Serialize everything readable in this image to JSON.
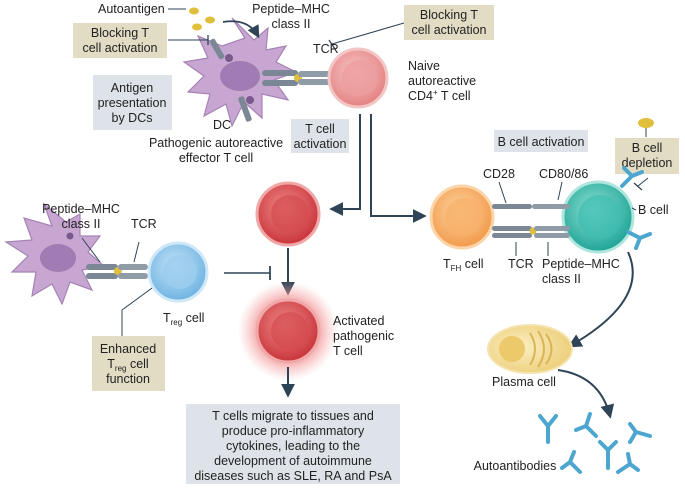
{
  "labels": {
    "autoantigen": "Autoantigen",
    "blocking_t_activation_left": [
      "Blocking T",
      "cell activation"
    ],
    "blocking_t_activation_right": [
      "Blocking T",
      "cell activation"
    ],
    "peptide_mhc_top": [
      "Peptide–MHC",
      "class II"
    ],
    "tcr_top": "TCR",
    "naive_t_cell": [
      "Naive",
      "autoreactive",
      "CD4",
      "+",
      " T cell"
    ],
    "antigen_presentation": [
      "Antigen",
      "presentation",
      "by DCs"
    ],
    "dc": "DC",
    "t_cell_activation": [
      "T cell",
      "activation"
    ],
    "pathogenic_effector": [
      "Pathogenic autoreactive",
      "effector T cell"
    ],
    "peptide_mhc_left": [
      "Peptide–MHC",
      "class II"
    ],
    "tcr_left": "TCR",
    "treg_cell": [
      "T",
      "reg",
      " cell"
    ],
    "enhanced_treg": [
      "Enhanced",
      "T",
      "reg",
      " cell",
      "function"
    ],
    "activated_pathogenic": [
      "Activated",
      "pathogenic",
      "T cell"
    ],
    "migration_text": [
      "T cells migrate to tissues and",
      "produce pro-inflammatory",
      "cytokines, leading to the",
      "development of autoimmune",
      "diseases such as SLE, RA and PsA"
    ],
    "b_cell_activation": "B cell activation",
    "b_cell_depletion": [
      "B cell",
      "depletion"
    ],
    "cd28": "CD28",
    "cd80_86": "CD80/86",
    "b_cell": "B cell",
    "tfh_cell": [
      "T",
      "FH",
      " cell"
    ],
    "tcr_right": "TCR",
    "peptide_mhc_right": [
      "Peptide–MHC",
      "class II"
    ],
    "plasma_cell": "Plasma cell",
    "autoantibodies": "Autoantibodies"
  },
  "colors": {
    "box_fill": "#dde3e8",
    "tan_box_fill": "#e3dcc4",
    "arrow": "#2f4456",
    "dc_purple": "#c7a7d2",
    "t_red": "#d95457",
    "naive_pink": "#ec9e9f",
    "treg_blue": "#8fc6ea",
    "tfh_orange": "#f7b26d",
    "b_teal": "#3fbdb0",
    "plasma_yellow": "#f3d98d",
    "antibody_blue": "#4da6cf",
    "antigen_yellow": "#e0bf3c",
    "receptor_grey": "#7b8794"
  }
}
